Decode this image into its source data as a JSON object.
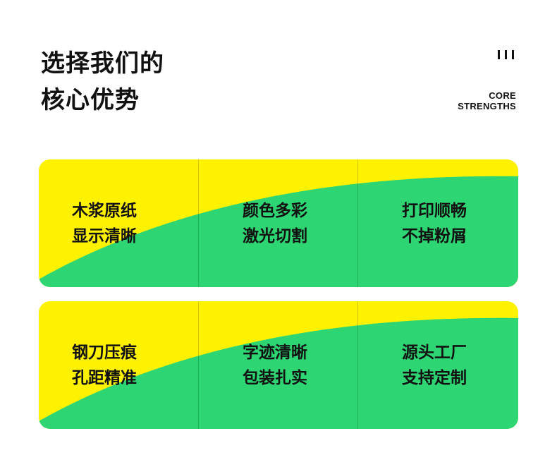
{
  "header": {
    "title_line1": "选择我们的",
    "title_line2": "核心优势",
    "subtitle_line1": "CORE",
    "subtitle_line2": "STRENGTHS"
  },
  "colors": {
    "yellow": "#FFF200",
    "green": "#2ED573",
    "text": "#111111"
  },
  "cards": [
    {
      "cells": [
        {
          "line1": "木浆原纸",
          "line2": "显示清晰"
        },
        {
          "line1": "颜色多彩",
          "line2": "激光切割"
        },
        {
          "line1": "打印顺畅",
          "line2": "不掉粉屑"
        }
      ]
    },
    {
      "cells": [
        {
          "line1": "钢刀压痕",
          "line2": "孔距精准"
        },
        {
          "line1": "字迹清晰",
          "line2": "包装扎实"
        },
        {
          "line1": "源头工厂",
          "line2": "支持定制"
        }
      ]
    }
  ]
}
